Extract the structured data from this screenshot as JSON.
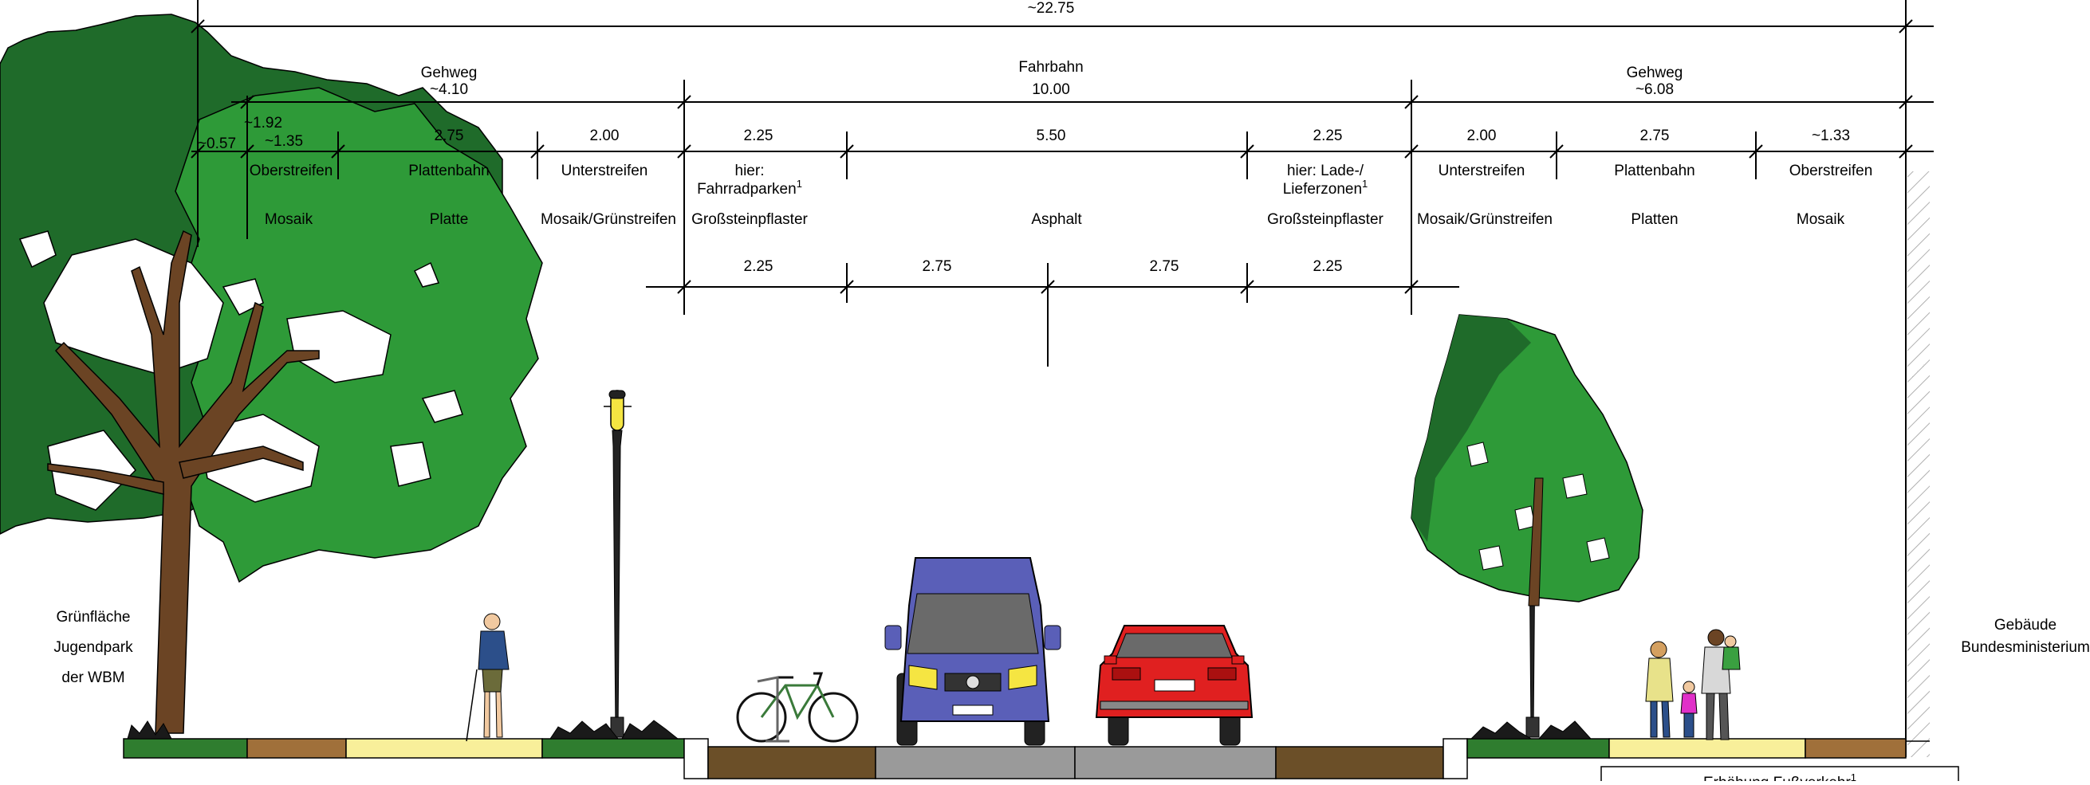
{
  "overall_width": "~22.75",
  "sections": {
    "left_sidewalk": {
      "name": "Gehweg",
      "width": "~4.10"
    },
    "roadway": {
      "name": "Fahrbahn",
      "width": "10.00"
    },
    "right_sidewalk": {
      "name": "Gehweg",
      "width": "~6.08"
    }
  },
  "left_dims": {
    "d057": "~0.57",
    "d192": "~1.92",
    "d135": "~1.35",
    "d275": "2.75",
    "d200": "2.00"
  },
  "left_labels": {
    "oberstreifen": "Oberstreifen",
    "plattenbahn": "Plattenbahn",
    "unterstreifen": "Unterstreifen",
    "mosaik": "Mosaik",
    "platte": "Platte",
    "mosaik_gruen": "Mosaik/Grünstreifen"
  },
  "road_top": {
    "d1": "2.25",
    "d2": "5.50",
    "d3": "2.25",
    "hier_line1": "hier:",
    "hier_line2": "Fahrradparken",
    "lade_line1": "hier: Lade-/",
    "lade_line2": "Lieferzonen",
    "footnote": "1",
    "grosssteinpflaster_l": "Großsteinpflaster",
    "asphalt": "Asphalt",
    "grosssteinpflaster_r": "Großsteinpflaster"
  },
  "road_bottom": {
    "d1": "2.25",
    "d2": "2.75",
    "d3": "2.75",
    "d4": "2.25"
  },
  "right_dims": {
    "d200": "2.00",
    "d275": "2.75",
    "d133": "~1.33"
  },
  "right_labels": {
    "unterstreifen": "Unterstreifen",
    "plattenbahn": "Plattenbahn",
    "oberstreifen": "Oberstreifen",
    "mosaik_gruen": "Mosaik/Grünstreifen",
    "platten": "Platten",
    "mosaik": "Mosaik"
  },
  "left_area": {
    "line1": "Grünfläche",
    "line2": "Jugendpark",
    "line3": "der WBM"
  },
  "right_area": {
    "line1": "Gebäude",
    "line2": "Bundesministerium"
  },
  "bottom_note": "Erhöhung Fußverkehr",
  "colors": {
    "tree_dark": "#1f6b2a",
    "tree_light": "#2e9a38",
    "trunk": "#6b4424",
    "mosaik": "#a0703a",
    "platte": "#f8ef9a",
    "gruen": "#2f7d2f",
    "pflaster": "#6b4f28",
    "asphalt": "#9a9a9a",
    "van": "#5a5fb8",
    "car": "#e02020",
    "building_hatch": "#b0b0b0"
  }
}
